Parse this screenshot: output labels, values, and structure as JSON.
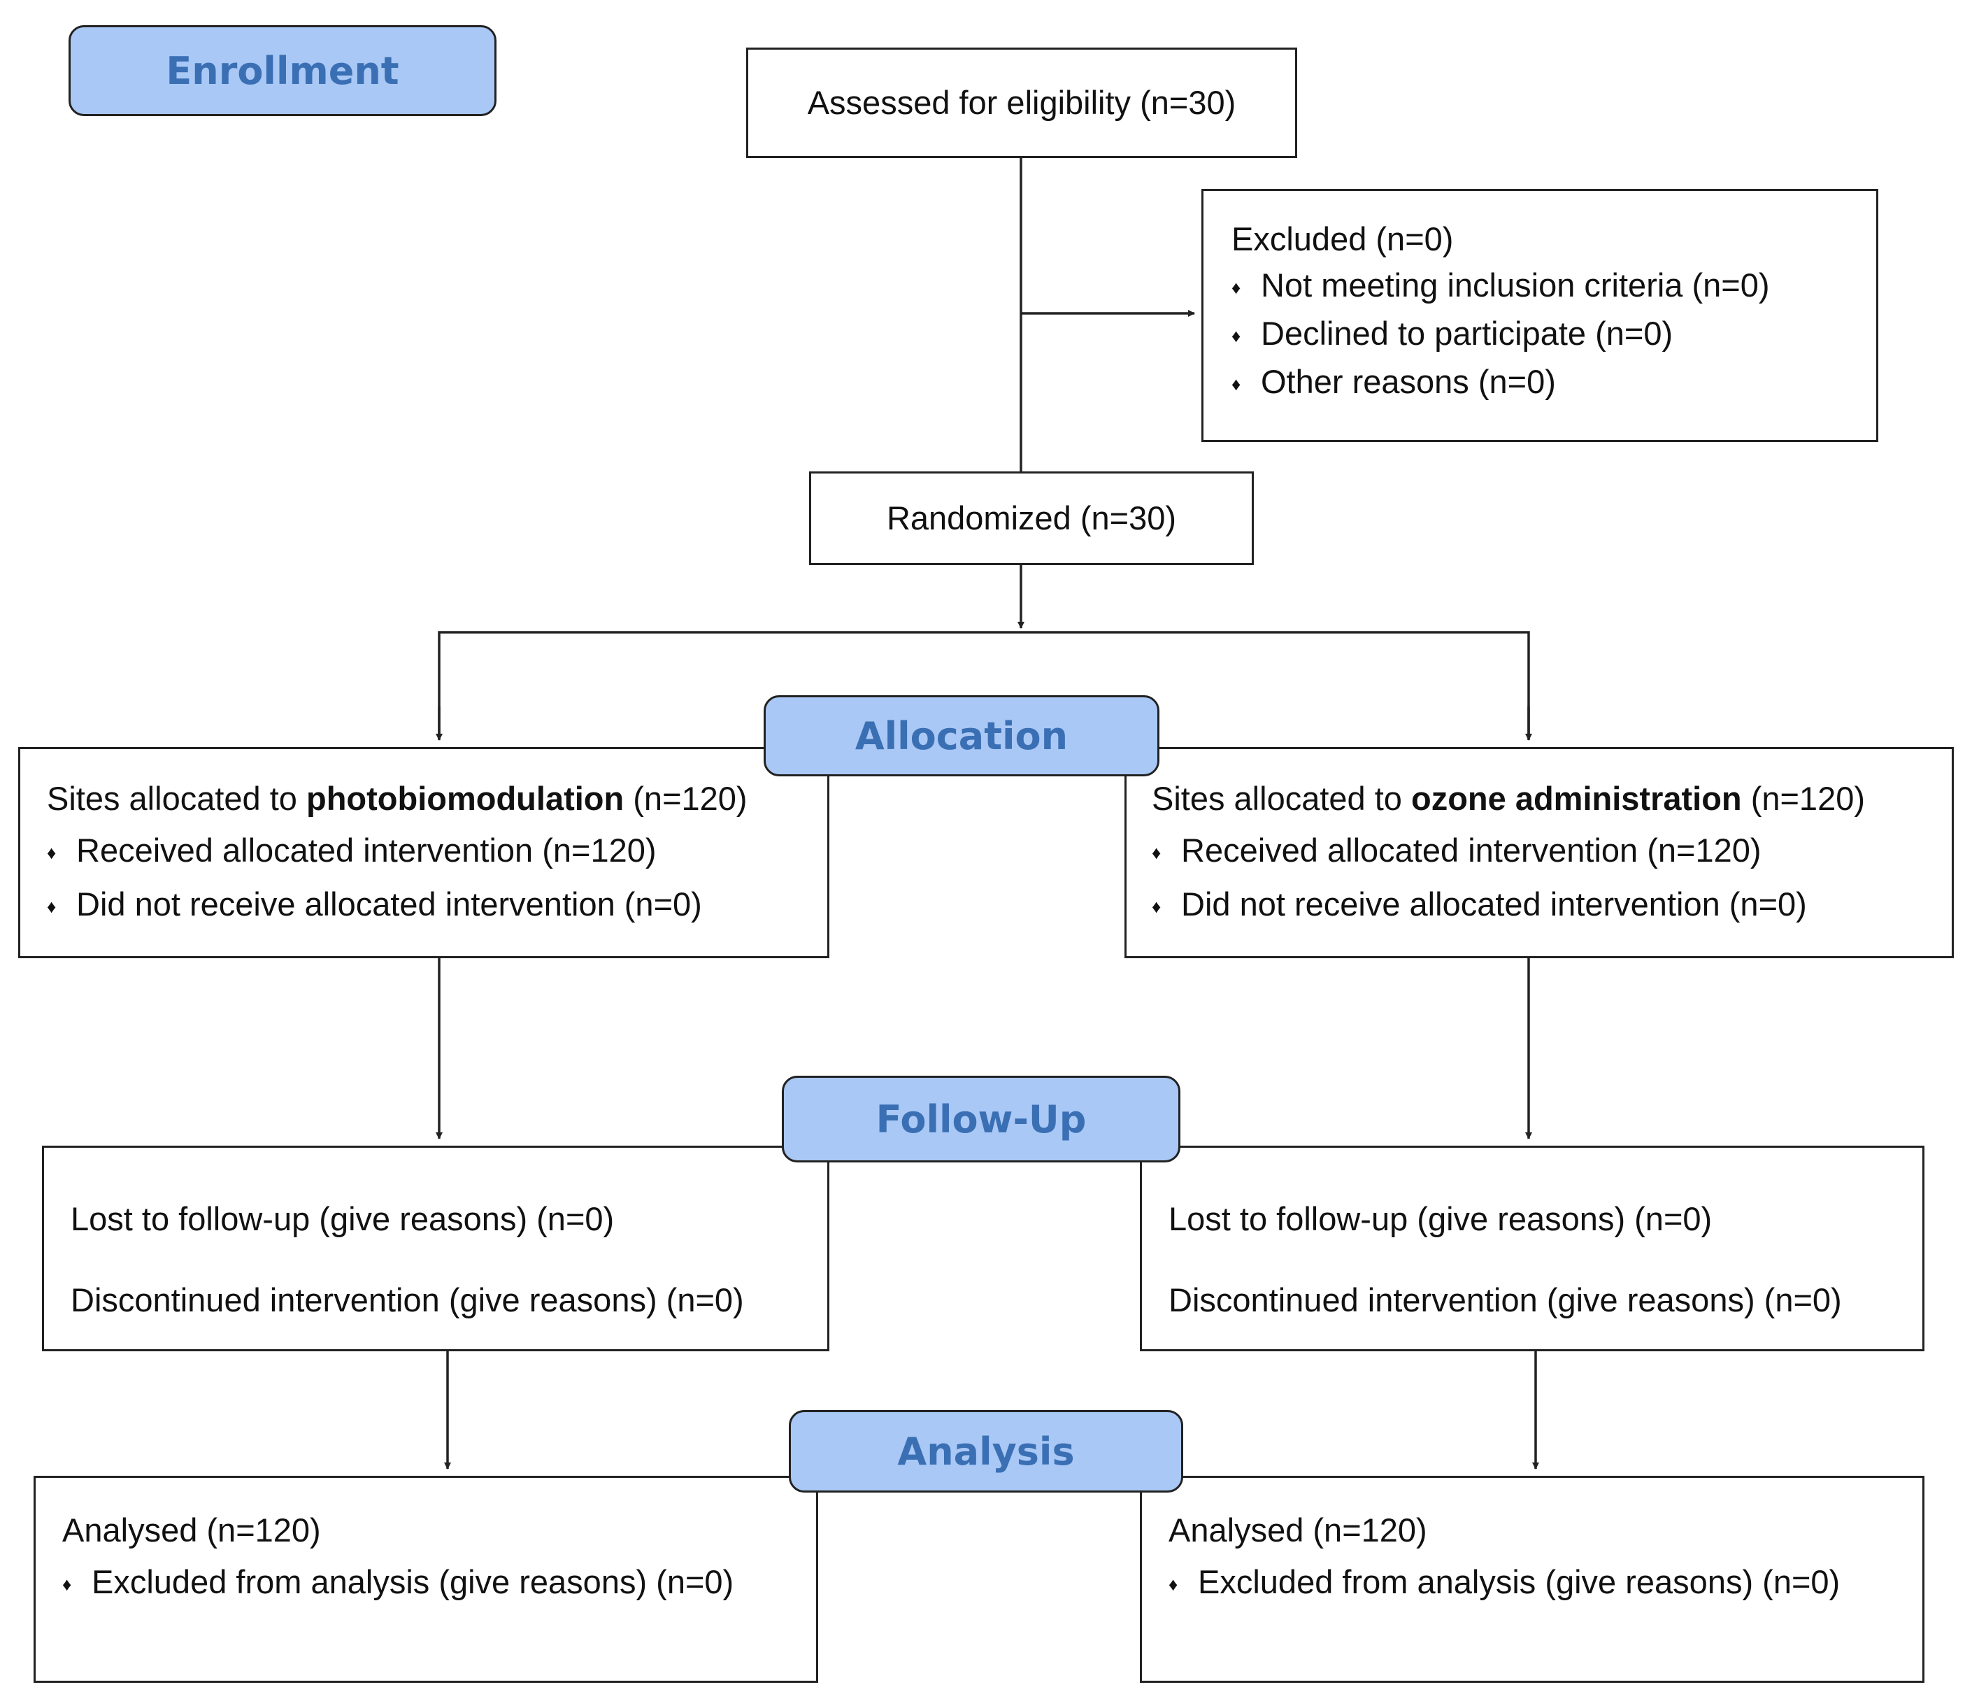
{
  "stages": {
    "enrollment": "Enrollment",
    "allocation": "Allocation",
    "follow_up": "Follow-Up",
    "analysis": "Analysis"
  },
  "assessed": "Assessed for eligibility (n=30)",
  "excluded": {
    "title": "Excluded (n=0)",
    "items": [
      "Not meeting inclusion criteria (n=0)",
      "Declined to participate (n=0)",
      "Other reasons (n=0)"
    ]
  },
  "randomized": "Randomized (n=30)",
  "bullet_glyph": "♦",
  "allocation": {
    "left": {
      "prefix": "Sites allocated to ",
      "group": "photobiomodulation",
      "suffix": " (n=120)",
      "items": [
        "Received allocated intervention (n=120)",
        "Did not receive allocated intervention (n=0)"
      ]
    },
    "right": {
      "prefix": "Sites allocated to ",
      "group": "ozone administration",
      "suffix": " (n=120)",
      "items": [
        "Received allocated intervention (n=120)",
        "Did not receive allocated intervention (n=0)"
      ]
    }
  },
  "follow_up": {
    "left": {
      "lost": "Lost to follow-up (give reasons) (n=0)",
      "discontinued": "Discontinued intervention (give reasons) (n=0)"
    },
    "right": {
      "lost": "Lost to follow-up (give reasons) (n=0)",
      "discontinued": "Discontinued intervention (give reasons) (n=0)"
    }
  },
  "analysis": {
    "left": {
      "analysed": "Analysed (n=120)",
      "excluded": "Excluded from analysis (give reasons) (n=0)"
    },
    "right": {
      "analysed": "Analysed (n=120)",
      "excluded": "Excluded from analysis (give reasons) (n=0)"
    }
  },
  "colors": {
    "stage_fill": "#a9c8f5",
    "stage_text": "#3a6fb4",
    "line": "#222222"
  }
}
